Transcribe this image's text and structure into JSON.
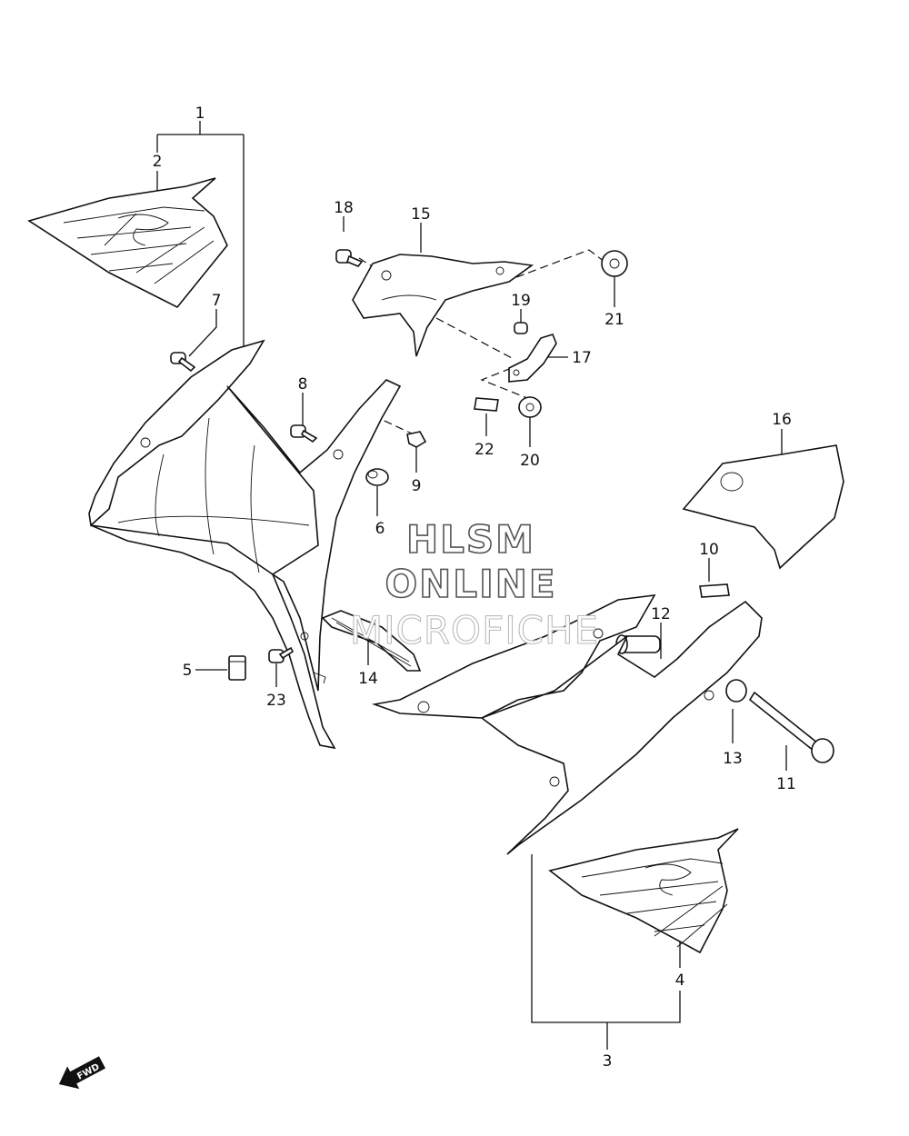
{
  "callouts": [
    {
      "id": "1",
      "text": "1"
    },
    {
      "id": "2",
      "text": "2"
    },
    {
      "id": "3",
      "text": "3"
    },
    {
      "id": "4",
      "text": "4"
    },
    {
      "id": "5",
      "text": "5"
    },
    {
      "id": "6",
      "text": "6"
    },
    {
      "id": "7",
      "text": "7"
    },
    {
      "id": "8",
      "text": "8"
    },
    {
      "id": "9",
      "text": "9"
    },
    {
      "id": "10",
      "text": "10"
    },
    {
      "id": "11",
      "text": "11"
    },
    {
      "id": "12",
      "text": "12"
    },
    {
      "id": "13",
      "text": "13"
    },
    {
      "id": "14",
      "text": "14"
    },
    {
      "id": "15",
      "text": "15"
    },
    {
      "id": "16",
      "text": "16"
    },
    {
      "id": "17",
      "text": "17"
    },
    {
      "id": "18",
      "text": "18"
    },
    {
      "id": "19",
      "text": "19"
    },
    {
      "id": "20",
      "text": "20"
    },
    {
      "id": "21",
      "text": "21"
    },
    {
      "id": "22",
      "text": "22"
    },
    {
      "id": "23",
      "text": "23"
    }
  ],
  "watermark": {
    "line1": "HLSM",
    "line2": "ONLINE",
    "line3": "MICROFICHE"
  },
  "direction_arrow": {
    "label": "FWD",
    "icon": "fwd-arrow-icon"
  }
}
